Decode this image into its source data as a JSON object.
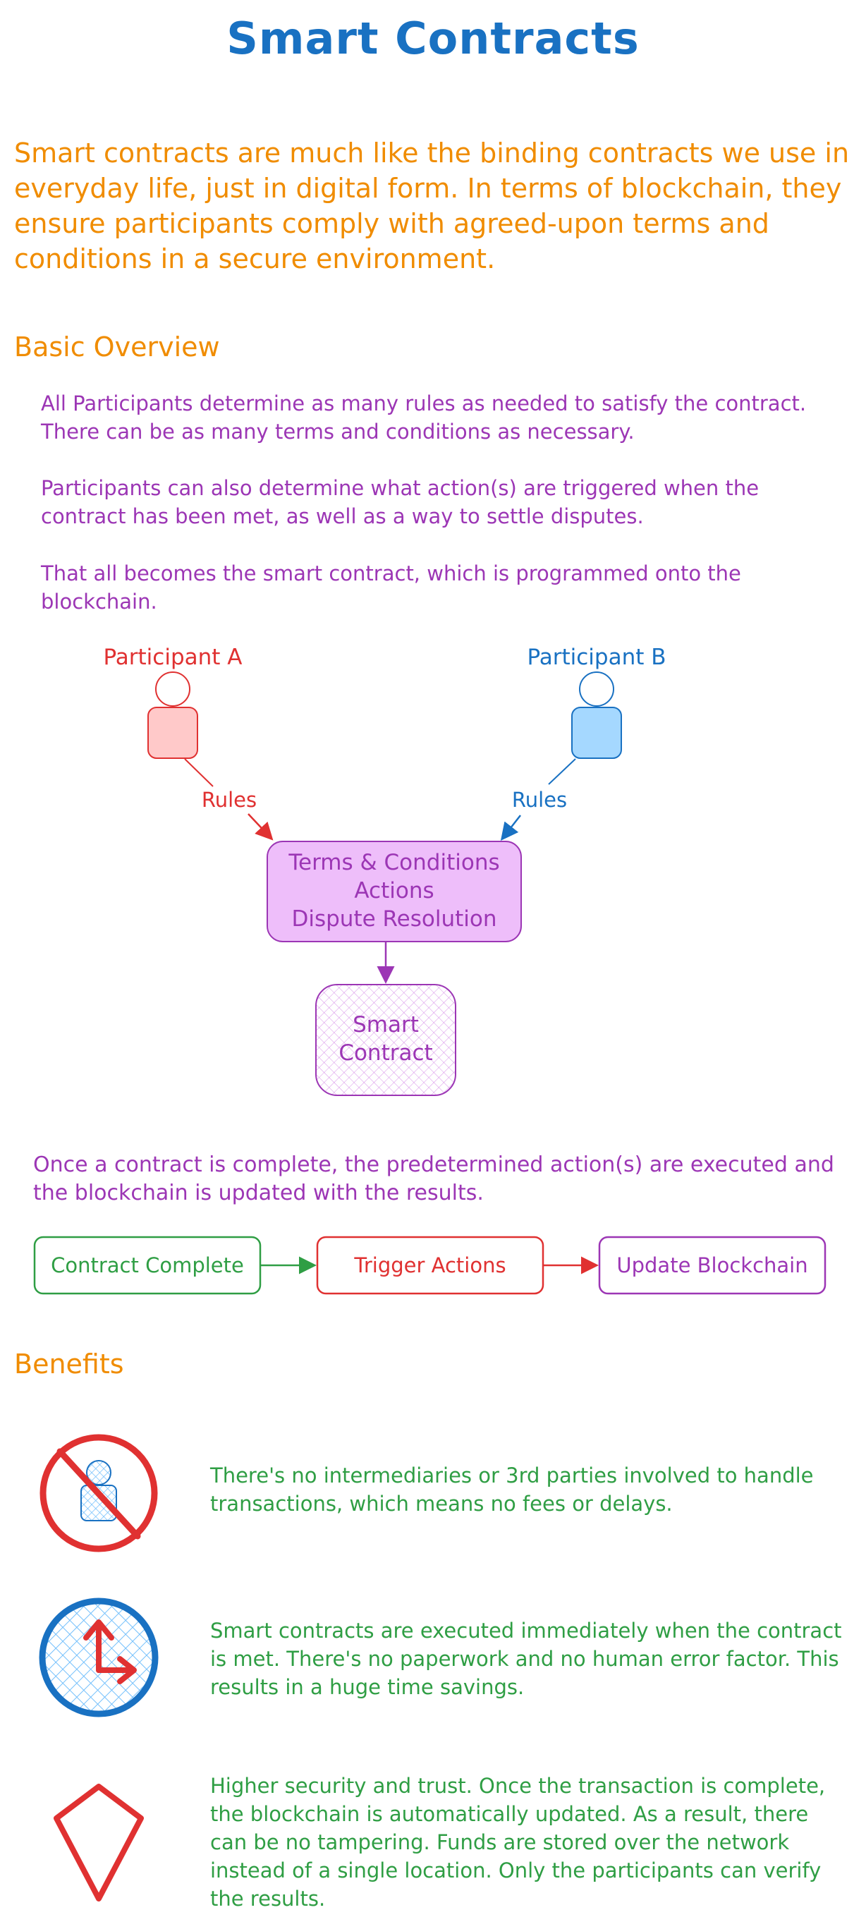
{
  "title": "Smart Contracts",
  "intro": "Smart contracts are much like the binding contracts we use in everyday life, just in digital form. In terms of blockchain, they ensure participants comply with agreed-upon terms and conditions in a secure environment.",
  "overview": {
    "heading": "Basic Overview",
    "paragraphs": [
      "All Participants determine as many rules as needed to satisfy the contract. There can be as many terms and conditions as necessary.",
      "Participants can also determine what action(s) are triggered when the contract has been met, as well as a way to settle disputes.",
      "That all becomes the smart contract, which is programmed onto the blockchain."
    ]
  },
  "diagram": {
    "participant_a": "Participant A",
    "participant_b": "Participant B",
    "rules_a": "Rules",
    "rules_b": "Rules",
    "terms_box": {
      "line1": "Terms & Conditions",
      "line2": "Actions",
      "line3": "Dispute Resolution"
    },
    "contract_box": {
      "line1": "Smart",
      "line2": "Contract"
    }
  },
  "execution": {
    "text": "Once a contract is complete, the predetermined action(s) are executed and the blockchain is updated with the results.",
    "steps": [
      "Contract Complete",
      "Trigger Actions",
      "Update Blockchain"
    ]
  },
  "benefits": {
    "heading": "Benefits",
    "items": [
      {
        "icon": "no-intermediary-icon",
        "text": "There's no intermediaries or 3rd parties involved to handle transactions, which means no fees or delays."
      },
      {
        "icon": "speed-icon",
        "text": "Smart contracts are executed immediately when the contract is met. There's no paperwork and no human error factor. This results in a huge time savings."
      },
      {
        "icon": "security-diamond-icon",
        "text": "Higher security and trust. Once the transaction is complete, the blockchain is automatically updated. As a result, there can be no tampering. Funds are stored over the network instead of a single location. Only the participants can verify the results."
      }
    ]
  },
  "colors": {
    "title": "#1971c2",
    "orange": "#f08c00",
    "purple": "#9c36b5",
    "red": "#e03131",
    "blue": "#1971c2",
    "green": "#2f9e44"
  }
}
